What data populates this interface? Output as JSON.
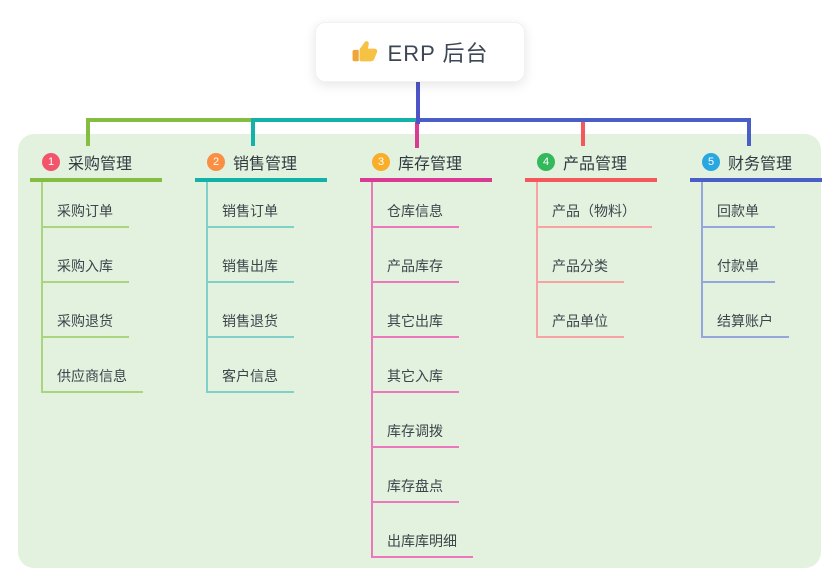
{
  "root": {
    "label": "ERP 后台",
    "icon": "thumbs-up-icon"
  },
  "branches": [
    {
      "index": "1",
      "label": "采购管理",
      "badge_color": "#f2556b",
      "line_color": "#85bd42",
      "sub_line_color": "#abd47f",
      "items": [
        "采购订单",
        "采购入库",
        "采购退货",
        "供应商信息"
      ]
    },
    {
      "index": "2",
      "label": "销售管理",
      "badge_color": "#fa8f44",
      "line_color": "#12b2a8",
      "sub_line_color": "#7fd0c9",
      "items": [
        "销售订单",
        "销售出库",
        "销售退货",
        "客户信息"
      ]
    },
    {
      "index": "3",
      "label": "库存管理",
      "badge_color": "#f9ad29",
      "line_color": "#d83a94",
      "sub_line_color": "#ec77ba",
      "items": [
        "仓库信息",
        "产品库存",
        "其它出库",
        "其它入库",
        "库存调拨",
        "库存盘点",
        "出库库明细"
      ]
    },
    {
      "index": "4",
      "label": "产品管理",
      "badge_color": "#33b95c",
      "line_color": "#f4575c",
      "sub_line_color": "#f9a2a4",
      "items": [
        "产品（物料）",
        "产品分类",
        "产品单位"
      ]
    },
    {
      "index": "5",
      "label": "财务管理",
      "badge_color": "#2aa7e0",
      "line_color": "#4a5ec8",
      "sub_line_color": "#96a6dd",
      "items": [
        "回款单",
        "付款单",
        "结算账户"
      ]
    }
  ],
  "colors": {
    "panel_background": "#e3f2df",
    "root_connector": "#4d54c8",
    "root_card_background": "#ffffff"
  }
}
